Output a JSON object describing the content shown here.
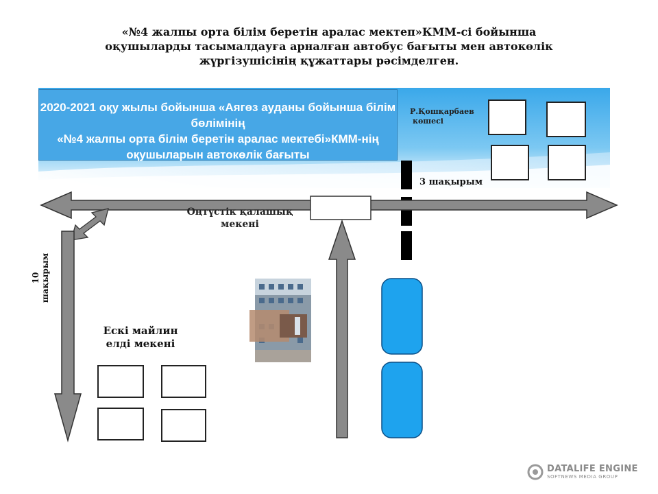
{
  "title": {
    "line1": "«№4 жалпы орта білім беретін аралас мектеп»КММ-сі бойынша",
    "line2": "оқушыларды тасымалдауға арналған автобус бағыты мен автокөлік",
    "line3": "жүргізушісінің құжаттары рәсімделген."
  },
  "banner": {
    "line1": "2020-2021 оқу жылы бойынша «Аягөз ауданы бойынша білім бөлімінің",
    "line2": "«№4 жалпы орта білім беретін аралас мектебі»КММ-нің",
    "line3": "оқушыларын автокөлік бағыты"
  },
  "street": {
    "line1": "Р.Қошқарбаев",
    "line2": "көшесі"
  },
  "distance_3": "3 шақырым",
  "distance_10": {
    "line1": "10",
    "line2": "шақырым"
  },
  "road_label": {
    "line1": "Оңтүстік  қалашық",
    "line2": "мекені"
  },
  "village_label": {
    "line1": "Ескі майлин",
    "line2": "елді мекені"
  },
  "watermark": {
    "main": "DATALIFE ENGINE",
    "sub": "SOFTNEWS MEDIA GROUP"
  },
  "colors": {
    "banner": "#47a7e6",
    "sky": "#5fb8ee",
    "arrow": "#8a8a8a",
    "bus": "#1ea3ee"
  },
  "icons": [
    "school-building-photo",
    "bus-icon",
    "house-icon",
    "crosswalk-marker",
    "datalife-logo-icon"
  ]
}
